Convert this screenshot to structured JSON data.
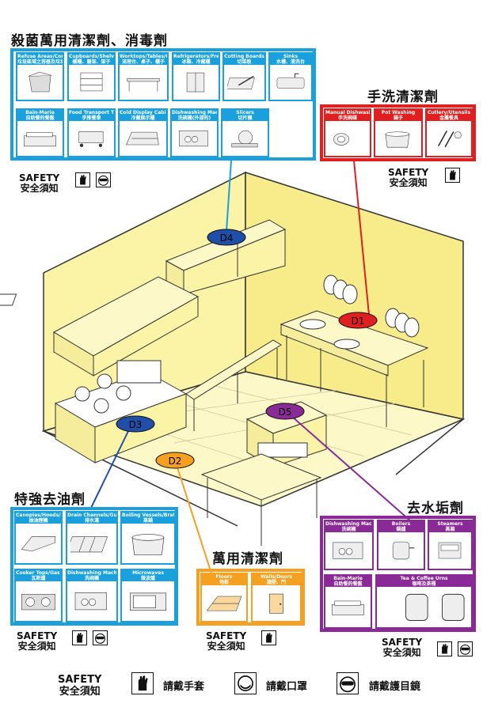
{
  "colors": {
    "blue": "#1aa0dc",
    "red": "#e02020",
    "purple": "#8a2a96",
    "orange": "#f5a020",
    "darkblue": "#1f4fa8",
    "yellow": "#fbf4a6"
  },
  "groups": {
    "disinfect": {
      "title": "殺菌萬用清潔劑、消毒劑",
      "cards": [
        {
          "en": "Refuse Areas/Containers",
          "zh": "垃圾區域之容器及垃圾桶",
          "icon": "bin-icon"
        },
        {
          "en": "Cupboards/Shelves/Racks",
          "zh": "櫥櫃、層架、架子",
          "icon": "shelf-icon"
        },
        {
          "en": "Worktops/Tables/Counters",
          "zh": "流理台、桌子、櫃子",
          "icon": "table-icon"
        },
        {
          "en": "Refrigerators/Freezers",
          "zh": "冰箱、冷藏櫃",
          "icon": "fridge-icon"
        },
        {
          "en": "Cutting Boards",
          "zh": "切菜板",
          "icon": "cutting-board-icon"
        },
        {
          "en": "Sinks",
          "zh": "水槽、清洗台",
          "icon": "sink-icon"
        },
        {
          "en": "Bain-Marie",
          "zh": "自助餐的餐盤",
          "icon": "bain-marie-icon"
        },
        {
          "en": "Food Transport Trolleys",
          "zh": "手推餐車",
          "icon": "trolley-icon"
        },
        {
          "en": "Cold Display Cabinets",
          "zh": "冷藏展示櫃",
          "icon": "display-cabinet-icon"
        },
        {
          "en": "Dishwashing Machines(exterior)",
          "zh": "洗碗機(外部的)",
          "icon": "dishwasher-icon"
        },
        {
          "en": "Slicers",
          "zh": "切片機",
          "icon": "slicer-icon"
        }
      ]
    },
    "handwash": {
      "title": "手洗清潔劑",
      "cards": [
        {
          "en": "Manual Dishwashing",
          "zh": "手洗碗碟",
          "icon": "plate-icon"
        },
        {
          "en": "Pot Washing",
          "zh": "鍋子",
          "icon": "pot-icon"
        },
        {
          "en": "Cutlery/Utensils",
          "zh": "金屬餐具",
          "icon": "cutlery-icon"
        }
      ]
    },
    "degrease": {
      "title": "特強去油劑",
      "cards": [
        {
          "en": "Canopies/Hoods/Filters",
          "zh": "抽油煙機",
          "icon": "hood-icon"
        },
        {
          "en": "Drain Channels/Gullies",
          "zh": "排水溝",
          "icon": "drain-icon"
        },
        {
          "en": "Boiling Vessels/Bratt Pans",
          "zh": "蒸鍋",
          "icon": "boiling-pan-icon"
        },
        {
          "en": "Cooker Tops/Gas Rings",
          "zh": "瓦斯爐",
          "icon": "gas-ring-icon"
        },
        {
          "en": "Dishwashing Machines(interior)",
          "zh": "洗碗機",
          "icon": "dishwasher-icon"
        },
        {
          "en": "Microwaves",
          "zh": "微波爐",
          "icon": "microwave-icon"
        }
      ]
    },
    "allpurpose": {
      "title": "萬用清潔劑",
      "cards": [
        {
          "en": "Floors",
          "zh": "地板",
          "icon": "floor-icon"
        },
        {
          "en": "Walls/Doors",
          "zh": "牆壁、門",
          "icon": "door-icon"
        }
      ]
    },
    "descale": {
      "title": "去水垢劑",
      "cards": [
        {
          "en": "Dishwashing Machines(interior)",
          "zh": "洗碗機",
          "icon": "dishwasher-icon"
        },
        {
          "en": "Boilers",
          "zh": "鍋爐",
          "icon": "boiler-icon"
        },
        {
          "en": "Steamers",
          "zh": "蒸箱",
          "icon": "steamer-icon"
        },
        {
          "en": "Bain-Marie",
          "zh": "自助餐的餐盤",
          "icon": "bain-marie-icon"
        },
        {
          "en": "Tea & Coffee Urns",
          "zh": "咖啡及茶桶",
          "icon": "urn-icon"
        }
      ]
    }
  },
  "markers": {
    "d1": "D1",
    "d2": "D2",
    "d3": "D3",
    "d4": "D4",
    "d5": "D5"
  },
  "safety": {
    "en": "SAFETY",
    "zh": "安全須知"
  },
  "legend": {
    "gloves": "請戴手套",
    "mask": "請戴口罩",
    "goggles": "請戴護目鏡"
  }
}
